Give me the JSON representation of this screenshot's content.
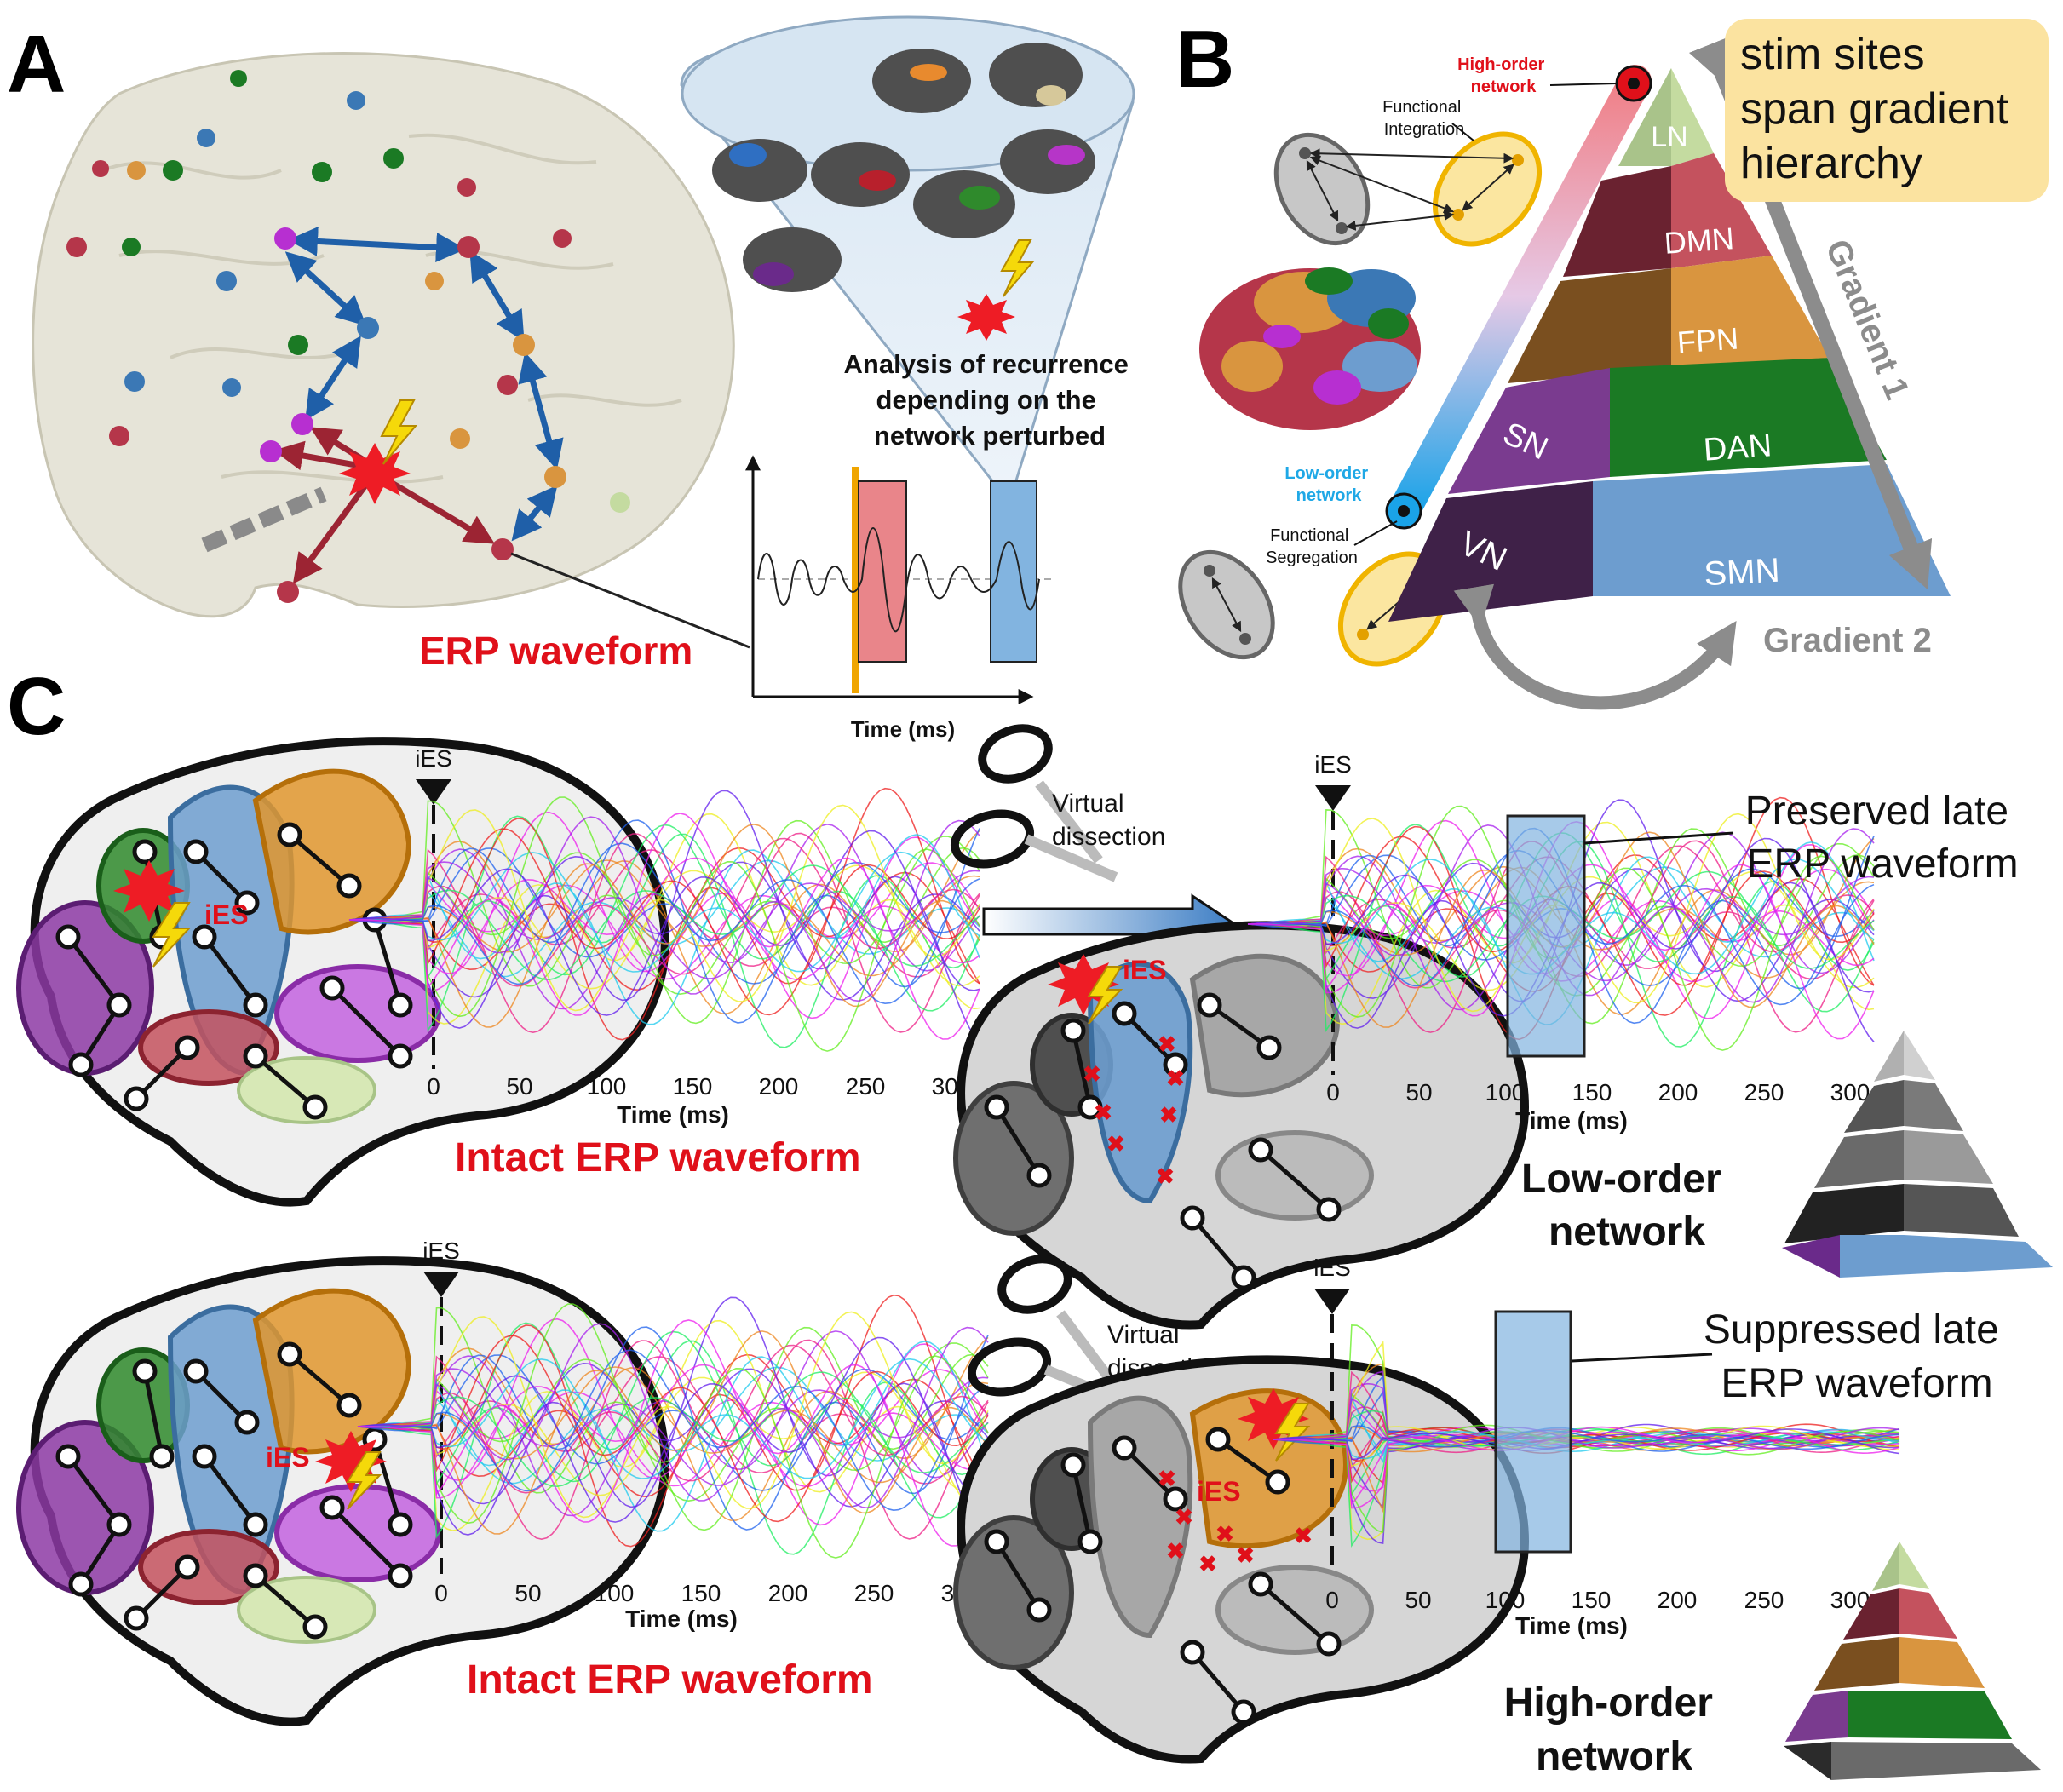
{
  "panels": {
    "a": "A",
    "b": "B",
    "c": "C"
  },
  "panel_a": {
    "analysis_caption": [
      "Analysis of recurrence",
      "depending on the",
      "network perturbed"
    ],
    "erp_label": "ERP waveform",
    "time_axis_label": "Time (ms)"
  },
  "panel_b": {
    "stim_box": [
      "stim sites",
      "span gradient",
      "hierarchy"
    ],
    "high_order_label": [
      "High-order",
      "network"
    ],
    "low_order_label": [
      "Low-order",
      "network"
    ],
    "functional_integration": [
      "Functional",
      "Integration"
    ],
    "functional_segregation": [
      "Functional",
      "Segregation"
    ],
    "levels": [
      "LN",
      "DMN",
      "FPN",
      "SN",
      "DAN",
      "VN",
      "SMN"
    ],
    "gradient_1": "Gradient 1",
    "gradient_2": "Gradient 2"
  },
  "panel_c": {
    "ies": "iES",
    "virtual_dissection": [
      "Virtual",
      "dissection"
    ],
    "time_ticks": [
      "0",
      "50",
      "100",
      "150",
      "200",
      "250",
      "300"
    ],
    "time_axis_label": "Time (ms)",
    "intact_label": "Intact ERP waveform",
    "preserved_label": [
      "Preserved late",
      "ERP waveform"
    ],
    "suppressed_label": [
      "Suppressed late",
      "ERP waveform"
    ],
    "low_order_network": [
      "Low-order",
      "network"
    ],
    "high_order_network": [
      "High-order",
      "network"
    ]
  },
  "colors": {
    "red_label": "#e0101a",
    "sky_label": "#1fa8e6",
    "gray_gradient": "#8c8c8c",
    "ln": "#c4dba0",
    "dmn": "#c4525e",
    "fpn": "#d9953f",
    "sn": "#7a3b8f",
    "dan": "#1b7a24",
    "vn": "#3f2148",
    "smn": "#6d9dcf",
    "stim_box": "#fbe3a0",
    "highlight_red": "#e9858a",
    "highlight_blue": "#82b4e0",
    "orange_bar": "#f0a500"
  }
}
